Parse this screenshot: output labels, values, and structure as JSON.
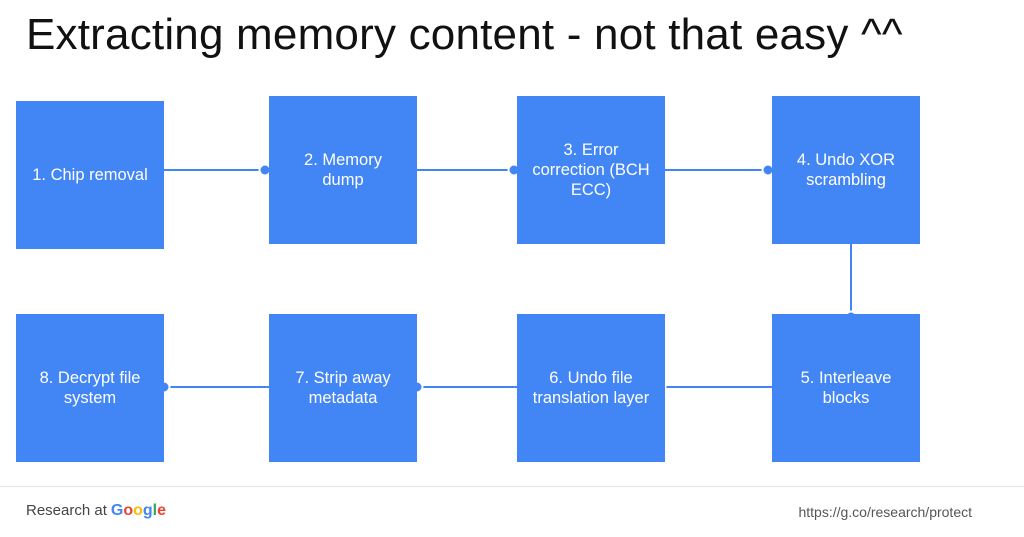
{
  "slide": {
    "title": "Extracting memory content - not that easy ^^"
  },
  "steps": [
    {
      "label": "1. Chip removal"
    },
    {
      "label": "2. Memory\ndump"
    },
    {
      "label": "3. Error\ncorrection (BCH\nECC)"
    },
    {
      "label": "4. Undo XOR\nscrambling"
    },
    {
      "label": "5. Interleave\nblocks"
    },
    {
      "label": "6. Undo file\ntranslation layer"
    },
    {
      "label": "7. Strip away\nmetadata"
    },
    {
      "label": "8. Decrypt file\nsystem"
    }
  ],
  "footer": {
    "brand_prefix": "Research at",
    "brand_name": "Google",
    "url": "https://g.co/research/protect"
  },
  "colors": {
    "box": "#4285f4",
    "google": [
      "#4285f4",
      "#ea4335",
      "#fbbc05",
      "#4285f4",
      "#34a853",
      "#ea4335"
    ]
  }
}
